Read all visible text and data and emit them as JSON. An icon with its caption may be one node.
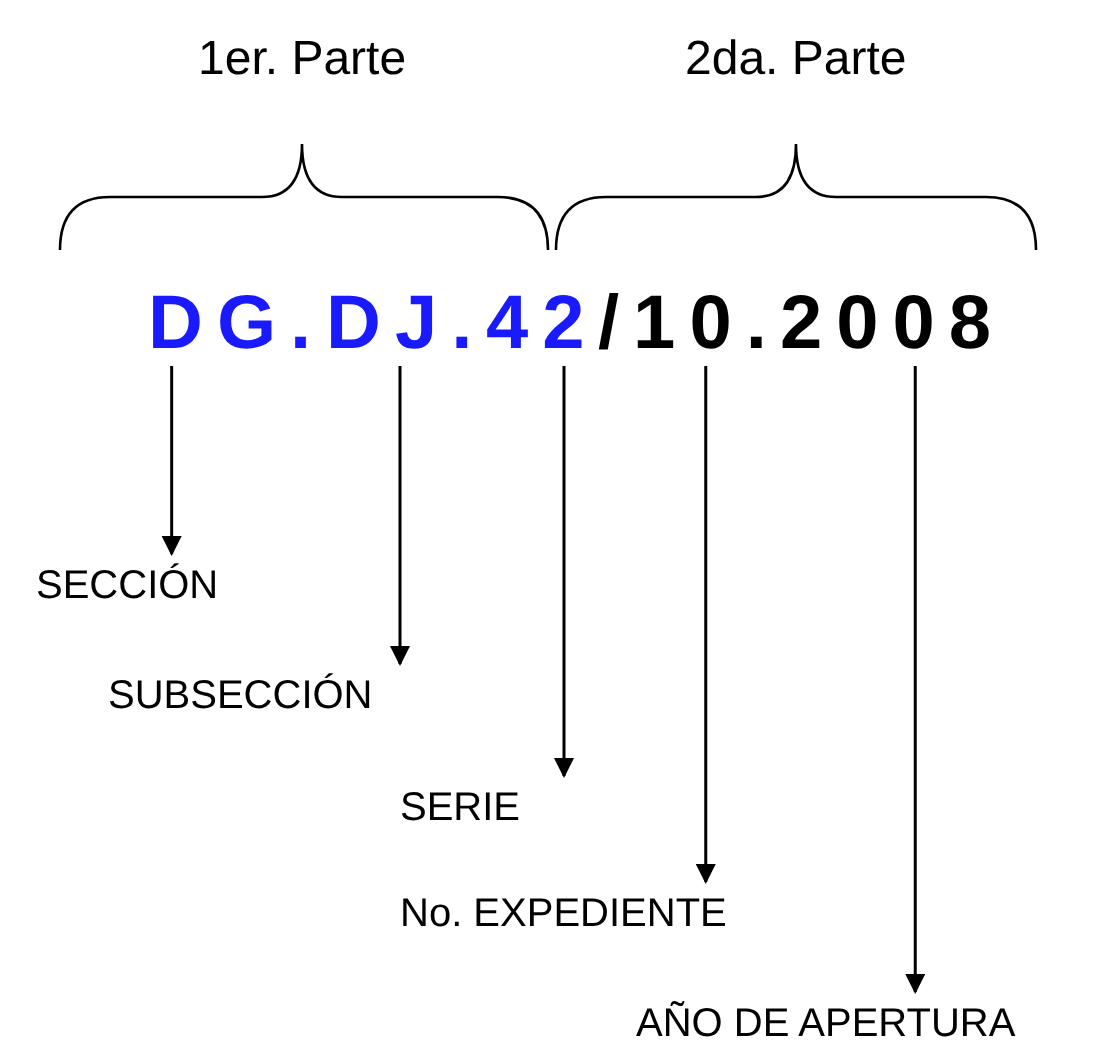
{
  "diagram": {
    "nodes": [
      {
        "text": [
          "DG."
        ]
      },
      {
        "text": [
          "DJ."
        ]
      },
      {
        "text": [
          "42"
        ]
      },
      {
        "text": [
          "/10."
        ]
      },
      {
        "text": [
          "2008"
        ]
      },
      {
        "text": [
          "SECCIÓN"
        ]
      },
      {
        "text": [
          "SUBSECCIÓN"
        ]
      },
      {
        "text": [
          "SERIE"
        ]
      },
      {
        "text": [
          "No. EXPEDIENTE"
        ]
      },
      {
        "text": [
          "AÑO DE APERTURA"
        ]
      }
    ],
    "edges": [
      {
        "from": 0,
        "to": 5,
        "arrow": "to"
      },
      {
        "from": 1,
        "to": 6,
        "arrow": "to"
      },
      {
        "from": 2,
        "to": 7,
        "arrow": "to"
      },
      {
        "from": 3,
        "to": 8,
        "arrow": "to"
      },
      {
        "from": 4,
        "to": 9,
        "arrow": "to"
      }
    ],
    "labels": [
      "1er. Parte",
      "2da. Parte"
    ]
  }
}
